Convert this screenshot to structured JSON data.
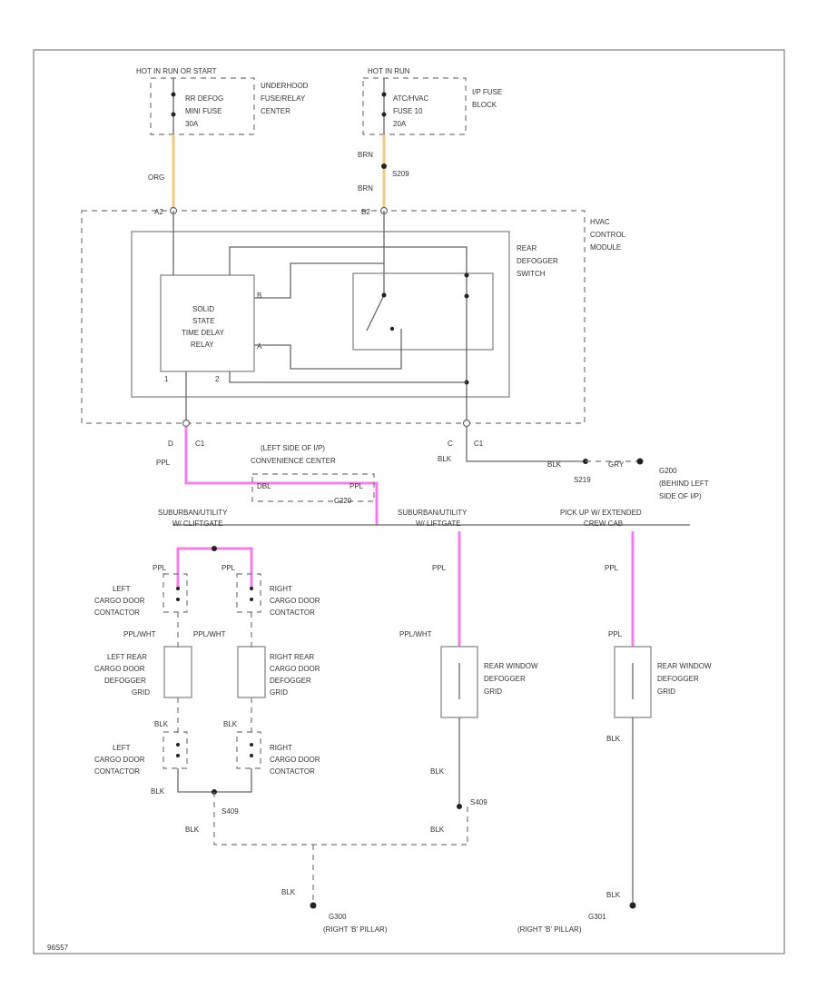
{
  "colors": {
    "pink_wire": "#f080e8",
    "orange_wire": "#f5c880",
    "wire": "#666666",
    "ground": "#222222"
  },
  "top": {
    "hot_left": "HOT IN RUN OR START",
    "fuse_left": [
      "RR DEFOG",
      "MINI FUSE",
      "30A"
    ],
    "center_left": [
      "UNDERHOOD",
      "FUSE/RELAY",
      "CENTER"
    ],
    "hot_right": "HOT IN RUN",
    "fuse_right": [
      "ATC/HVAC",
      "FUSE 10",
      "20A"
    ],
    "center_right": [
      "I/P FUSE",
      "BLOCK"
    ]
  },
  "wires": {
    "org": "ORG",
    "brn_a": "BRN",
    "brn_b": "BRN",
    "s_brn": "S209",
    "ppl": "PPL",
    "blk": "BLK",
    "blk_a": "BLK",
    "gry": "GRY"
  },
  "module": {
    "title": [
      "HVAC",
      "CONTROL",
      "MODULE"
    ],
    "switch_title": [
      "REAR",
      "DEFOGGER",
      "SWITCH"
    ],
    "relay": [
      "SOLID",
      "STATE",
      "TIME DELAY",
      "RELAY"
    ],
    "pin1": "1",
    "pin2": "2",
    "pin_a": "A",
    "pin_b": "B",
    "pin_d": "D",
    "pin_c": "C",
    "conn_c1a": "C1",
    "conn_c1b": "C1",
    "pin_a2": "A2",
    "pin_b2": "B2"
  },
  "connector": {
    "title": [
      "(LEFT SIDE OF I/P)",
      "CONVENIENCE CENTER"
    ],
    "wire_left": "DBL",
    "wire_right": "PPL",
    "id": "C220"
  },
  "ground_s": {
    "splice": "S219",
    "ground": "G200",
    "desc": [
      "(BEHIND LEFT",
      "SIDE OF I/P)"
    ]
  },
  "variants": {
    "left": [
      "SUBURBAN/UTILITY",
      "W/ CLIFTGATE"
    ],
    "mid": [
      "SUBURBAN/UTILITY",
      "W/ LIFTGATE"
    ],
    "right": [
      "PICK UP W/ EXTENDED",
      "CREW CAB"
    ]
  },
  "left_branch": {
    "ppl_l": "PPL",
    "ppl_r": "PPL",
    "contact_top_l": [
      "LEFT",
      "CARGO DOOR",
      "CONTACTOR"
    ],
    "contact_top_r": [
      "RIGHT",
      "CARGO DOOR",
      "CONTACTOR"
    ],
    "wire_mid_l": "PPL/WHT",
    "wire_mid_r": "PPL/WHT",
    "grid_l": [
      "LEFT REAR",
      "CARGO DOOR",
      "DEFOGGER",
      "GRID"
    ],
    "grid_r": [
      "RIGHT REAR",
      "CARGO DOOR",
      "DEFOGGER",
      "GRID"
    ],
    "blk_l": "BLK",
    "blk_r": "BLK",
    "contact_bot_l": [
      "LEFT",
      "CARGO DOOR",
      "CONTACTOR"
    ],
    "contact_bot_r": [
      "RIGHT",
      "CARGO DOOR",
      "CONTACTOR"
    ],
    "blk_bottom": "BLK",
    "splice": "S409",
    "blk_join": "BLK"
  },
  "mid_branch": {
    "ppl": "PPL",
    "wire2": "PPL/WHT",
    "grid": [
      "REAR WINDOW",
      "DEFOGGER",
      "GRID"
    ],
    "blk": "BLK",
    "splice": "S409",
    "blk2": "BLK"
  },
  "right_branch": {
    "ppl": "PPL",
    "wire2": "PPL",
    "grid": [
      "REAR WINDOW",
      "DEFOGGER",
      "GRID"
    ],
    "blk": "BLK",
    "blk2": "BLK"
  },
  "grounds": {
    "center_blk": "BLK",
    "center_g": "G300",
    "center_desc": "(RIGHT 'B' PILLAR)",
    "right_g": "G301",
    "right_desc": "(RIGHT 'B' PILLAR)"
  },
  "footer": "96S57"
}
